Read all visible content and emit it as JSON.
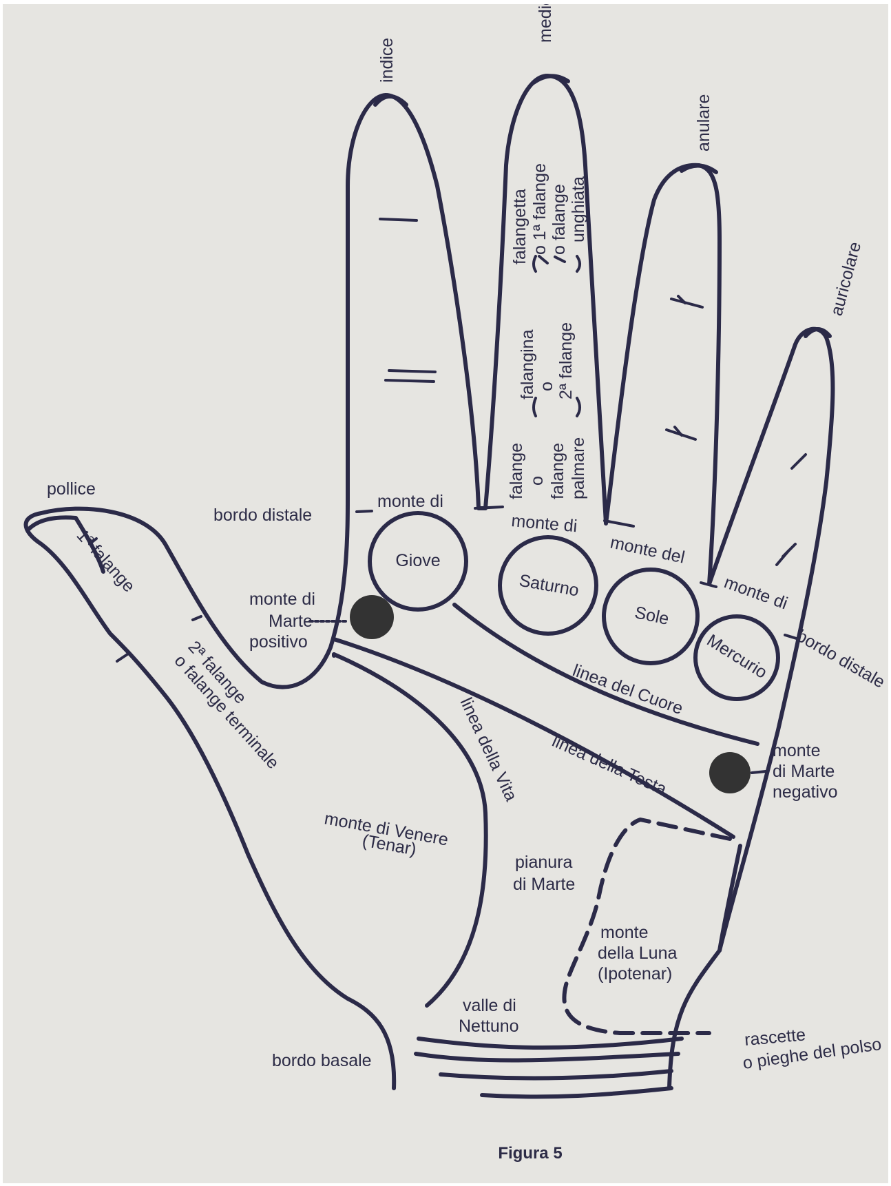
{
  "fingers": {
    "indice": "indice",
    "medio": "medio",
    "anulare": "anulare",
    "auricolare": "auricolare",
    "pollice": "pollice"
  },
  "phalanges": {
    "falangetta": [
      "falangetta",
      "o 1ª falange",
      "o falange",
      "unghiata"
    ],
    "falangina": [
      "falangina",
      "o",
      "2ª falange"
    ],
    "falange": [
      "falange",
      "o",
      "falange",
      "palmare"
    ],
    "thumb_first": "1ª falange",
    "thumb_second": [
      "2ª falange",
      "o falange terminale"
    ]
  },
  "borders": {
    "distale_left": "bordo distale",
    "distale_right": "bordo distale",
    "basale": "bordo basale"
  },
  "mounts": {
    "giove_prefix": "monte di",
    "giove": "Giove",
    "saturno_prefix": "monte di",
    "saturno": "Saturno",
    "sole_prefix": "monte del",
    "sole": "Sole",
    "mercurio_prefix": "monte di",
    "mercurio": "Mercurio",
    "marte_positivo": [
      "monte di",
      "Marte",
      "positivo"
    ],
    "marte_negativo": [
      "monte",
      "di Marte",
      "negativo"
    ],
    "venere": [
      "monte di Venere",
      "(Tenar)"
    ],
    "luna": [
      "monte",
      "della Luna",
      "(Ipotenar)"
    ]
  },
  "lines": {
    "cuore": "linea del Cuore",
    "testa": "linea della Testa",
    "vita": "linea della Vita"
  },
  "areas": {
    "pianura": [
      "pianura",
      "di Marte"
    ],
    "valle": [
      "valle di",
      "Nettuno"
    ],
    "rascette": [
      "rascette",
      "o pieghe del polso"
    ]
  },
  "caption": "Figura 5"
}
